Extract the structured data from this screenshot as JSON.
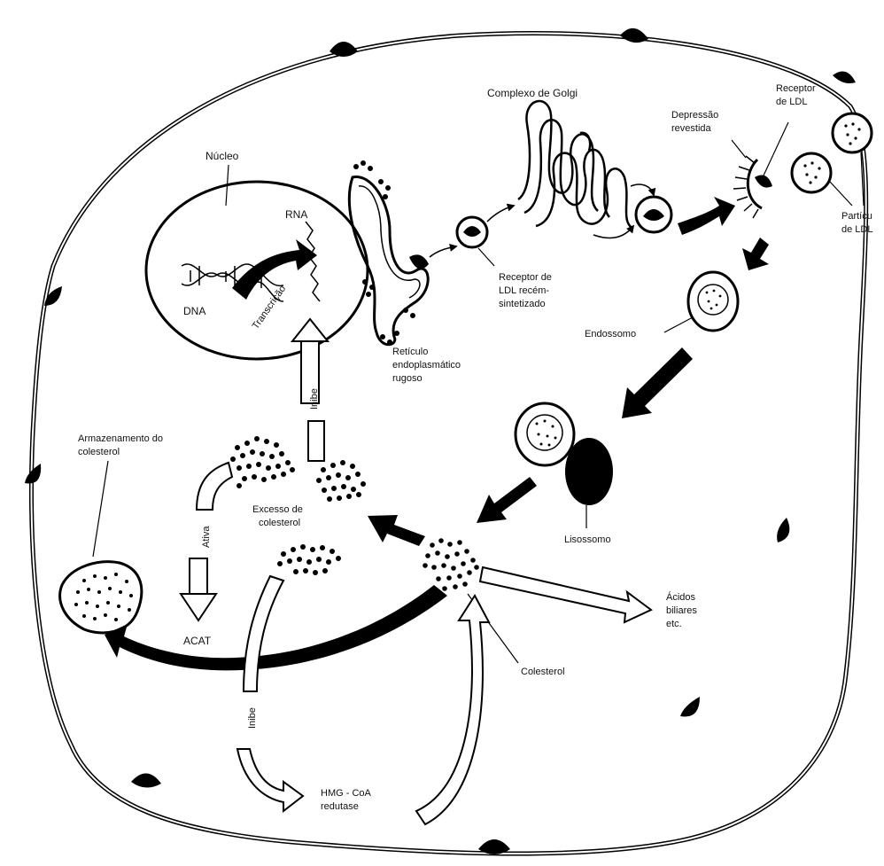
{
  "labels": {
    "nucleus": "Núcleo",
    "rna": "RNA",
    "dna": "DNA",
    "transcription": "Transcrição",
    "golgi": "Complexo de Golgi",
    "ldl_receptor_line1": "Receptor",
    "ldl_receptor_line2": "de LDL",
    "coated_pit_line1": "Depressão",
    "coated_pit_line2": "revestida",
    "ldl_particles_line1": "Partícu",
    "ldl_particles_line2": "de LDL",
    "new_receptor_line1": "Receptor de",
    "new_receptor_line2": "LDL recém-",
    "new_receptor_line3": "sintetizado",
    "er_line1": "Retículo",
    "er_line2": "endoplasmático",
    "er_line3": "rugoso",
    "endosome": "Endossomo",
    "inhibits_top": "Inibe",
    "storage_line1": "Armazenamento do",
    "storage_line2": "colesterol",
    "activates": "Ativa",
    "excess_line1": "Excesso de",
    "excess_line2": "colesterol",
    "lysosome": "Lisossomo",
    "acat": "ACAT",
    "bile_line1": "Ácidos",
    "bile_line2": "biliares",
    "bile_line3": "etc.",
    "cholesterol": "Colesterol",
    "inhibits_bottom": "Inibe",
    "hmg_line1": "HMG - CoA",
    "hmg_line2": "redutase"
  }
}
